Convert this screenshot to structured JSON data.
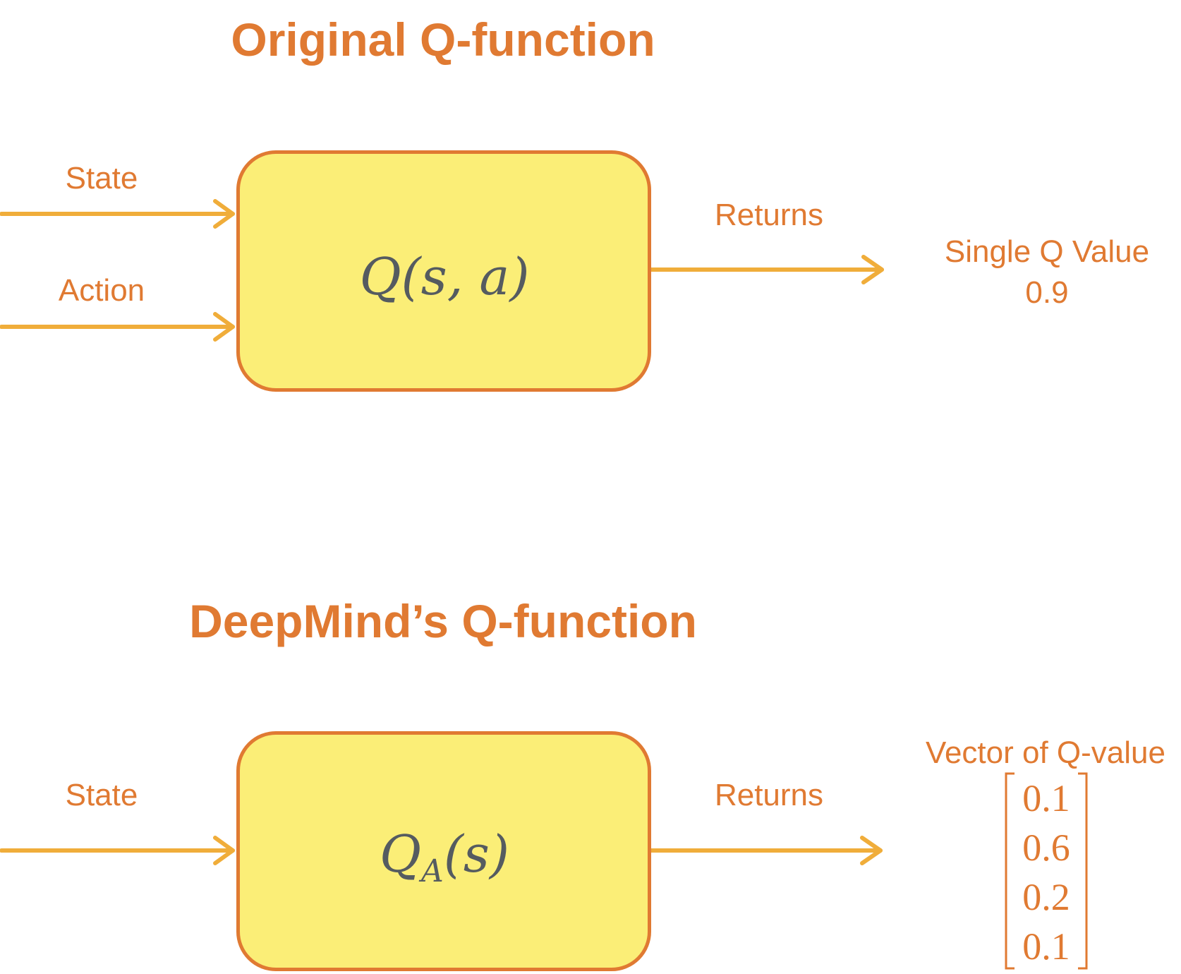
{
  "colors": {
    "accent": "#e07a32",
    "arrow": "#f0ad3a",
    "box_fill": "#fbee77",
    "formula_text": "#555b60"
  },
  "top": {
    "title": "Original Q-function",
    "input1_label": "State",
    "input2_label": "Action",
    "box_formula_main": "Q",
    "box_formula_args": "(s, a)",
    "output_label": "Returns",
    "result_line1": "Single Q Value",
    "result_line2": "0.9"
  },
  "bottom": {
    "title": "DeepMind’s Q-function",
    "input_label": "State",
    "box_formula_main": "Q",
    "box_formula_sub": "A",
    "box_formula_args": "(s)",
    "output_label": "Returns",
    "result_title": "Vector of Q-value",
    "vector": [
      "0.1",
      "0.6",
      "0.2",
      "0.1"
    ]
  }
}
